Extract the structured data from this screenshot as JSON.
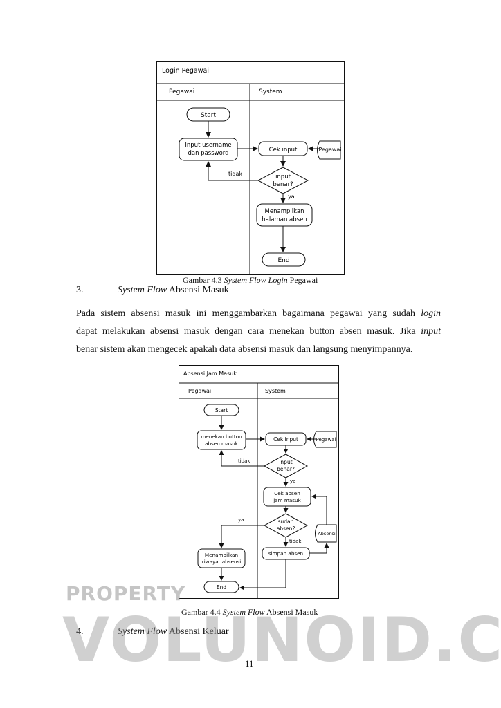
{
  "figure1": {
    "title": "Login Pegawai",
    "lane_left": "Pegawai",
    "lane_right": "System",
    "start": "Start",
    "input_line1": "Input username",
    "input_line2": "dan password",
    "cek_input": "Cek input",
    "pegawai_db": "Pegawai",
    "decision_line1": "input",
    "decision_line2": "benar?",
    "no_label": "tidak",
    "yes_label": "ya",
    "show_line1": "Menampilkan",
    "show_line2": "halaman absen",
    "end": "End",
    "caption_prefix": "Gambar 4.3 ",
    "caption_italic": "System Flow Login",
    "caption_suffix": " Pegawai"
  },
  "section3": {
    "number": "3.",
    "title_italic": "System Flow",
    "title_rest": " Absensi Masuk",
    "para_line1_a": "Pada sistem absensi masuk ini menggambarkan bagaimana pegawai yang sudah ",
    "para_line1_b": "login",
    "para_line2_a": "dapat melakukan absensi masuk dengan cara menekan button absen masuk. Jika ",
    "para_line2_b": "input",
    "para_line3": "benar sistem akan mengecek apakah data absensi masuk dan langsung menyimpannya."
  },
  "figure2": {
    "title": "Absensi Jam Masuk",
    "lane_left": "Pegawai",
    "lane_right": "System",
    "start": "Start",
    "press_line1": "menekan button",
    "press_line2": "absen masuk",
    "cek_input": "Cek input",
    "pegawai_db": "Pegawai",
    "decision1_line1": "input",
    "decision1_line2": "benar?",
    "no1_label": "tidak",
    "yes1_label": "ya",
    "cek_absen_line1": "Cek absen",
    "cek_absen_line2": "jam masuk",
    "decision2_line1": "sudah",
    "decision2_line2": "absen?",
    "yes2_label": "ya",
    "no2_label": "tidak",
    "absensi_db": "Absensi",
    "simpan": "simpan absen",
    "show_line1": "Menampilkan",
    "show_line2": "riwayat absensi",
    "end": "End",
    "caption_prefix": "Gambar 4.4 ",
    "caption_italic": "System Flow",
    "caption_suffix": " Absensi Masuk"
  },
  "section4": {
    "number": "4.",
    "title_italic": "System Flow",
    "title_rest": " Absensi Keluar"
  },
  "page_number": "11",
  "watermark": {
    "small": "PROPERTY",
    "big": "VOLUNOID.COM"
  }
}
